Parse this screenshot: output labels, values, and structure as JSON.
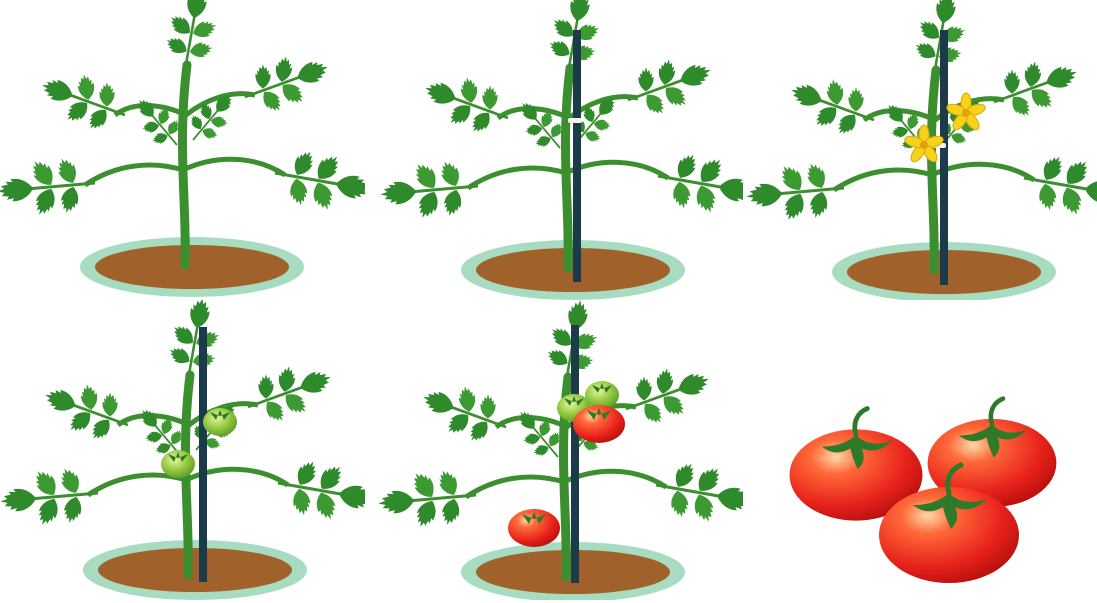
{
  "stages": [
    {
      "id": "seedling",
      "stake": false,
      "flowers": 0,
      "green_fruits": 0,
      "red_fruits": 0
    },
    {
      "id": "staked",
      "stake": true,
      "flowers": 0,
      "green_fruits": 0,
      "red_fruits": 0
    },
    {
      "id": "flowering",
      "stake": true,
      "flowers": 2,
      "green_fruits": 0,
      "red_fruits": 0
    },
    {
      "id": "green-fruit",
      "stake": true,
      "flowers": 0,
      "green_fruits": 2,
      "red_fruits": 0
    },
    {
      "id": "ripening",
      "stake": true,
      "flowers": 0,
      "green_fruits": 2,
      "red_fruits": 2
    },
    {
      "id": "harvest",
      "stake": false,
      "flowers": 0,
      "green_fruits": 0,
      "red_fruits": 3
    }
  ],
  "colors": {
    "leaf": "#2f8a2c",
    "leaf_light": "#4fae3a",
    "soil": "#a0612b",
    "soil_ring": "#a8dcc0",
    "stake": "#1b3b4a",
    "flower": "#f6d21a",
    "tomato_red": "#e8231b",
    "tomato_green": "#8cc43a"
  }
}
